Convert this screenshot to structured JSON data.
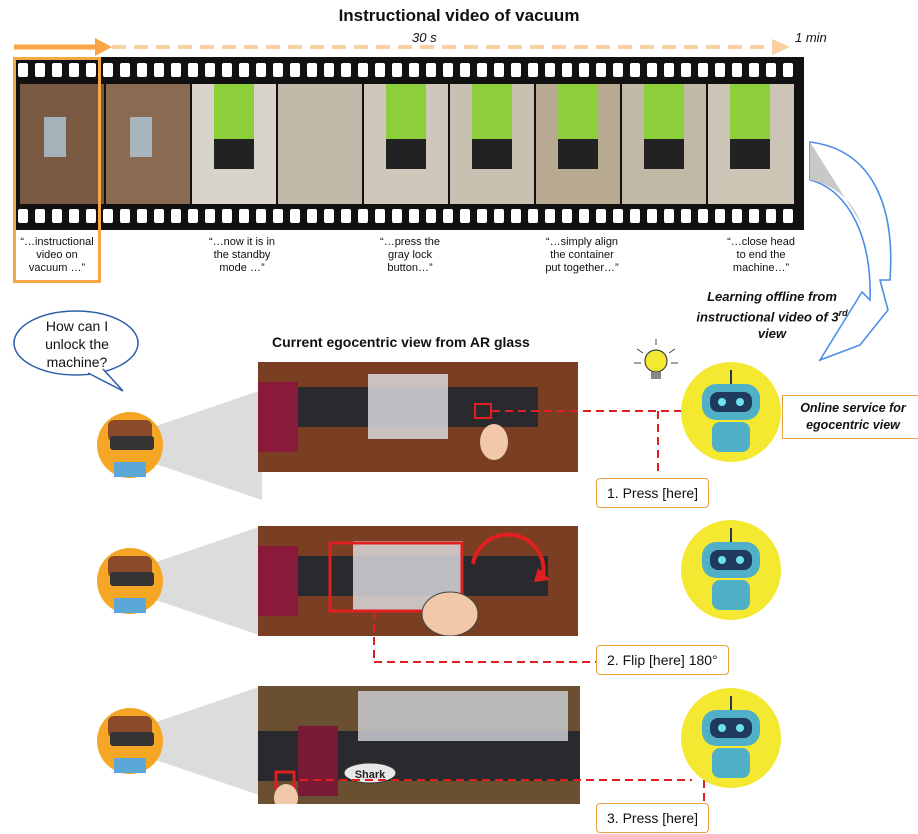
{
  "title": "Instructional video of vacuum",
  "timeline": {
    "mid_label": "30 s",
    "end_label": "1 min"
  },
  "captions": [
    "“…instructional\nvideo on\nvacuum …”",
    "“…now it is in\nthe standby\nmode …”",
    "“…press the\ngray lock\nbutton…”",
    "“…simply align\nthe container\nput together…”",
    "“…close head\nto end the\nmachine…”"
  ],
  "question": "How can I\nunlock the\nmachine?",
  "section_title": "Current egocentric view from AR glass",
  "offline_label_pre": "Learning offline from instructional video of ",
  "offline_label_sup": "rd",
  "offline_label_post": " view",
  "offline_label_num": "3",
  "online_label": "Online service for egocentric view",
  "steps": [
    {
      "label": "1. Press [here]"
    },
    {
      "label": "2. Flip [here] 180°"
    },
    {
      "label": "3. Press [here]"
    }
  ],
  "brand_text": "Shark",
  "colors": {
    "accent_orange": "#f7a545",
    "dashed_red": "#e02020",
    "robot_bg": "#f5e830",
    "arrow_blue": "#4a8ee8"
  }
}
